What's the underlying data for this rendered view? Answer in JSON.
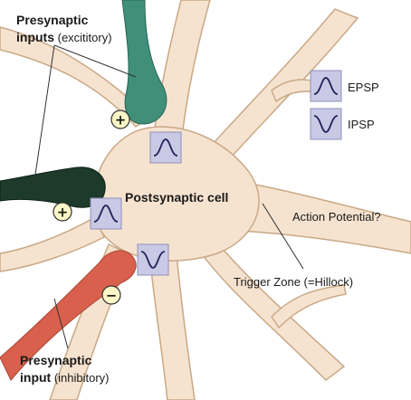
{
  "labels": {
    "presynaptic_inputs_bold": "Presynaptic",
    "presynaptic_inputs_line2_bold": "inputs",
    "presynaptic_inputs_line2_rest": " (excititory)",
    "presynaptic_input_bold": "Presynaptic",
    "presynaptic_input_line2_bold": "input",
    "presynaptic_input_line2_rest": " (inhibitory)",
    "postsynaptic_cell": "Postsynaptic cell",
    "action_potential": "Action Potential?",
    "trigger_zone": "Trigger Zone (=Hillock)"
  },
  "legend": {
    "epsp": "EPSP",
    "ipsp": "IPSP"
  },
  "signs": {
    "plus": "+",
    "minus": "−"
  },
  "colors": {
    "cell_body": "#f6e3cf",
    "cell_outline": "#c9a886",
    "excitatory_top": "#3f8f79",
    "excitatory_mid": "#1d3a2b",
    "inhibitory": "#d9604c",
    "legend_box": "#c9c9e6",
    "sign_circle": "#fbf7c7"
  }
}
